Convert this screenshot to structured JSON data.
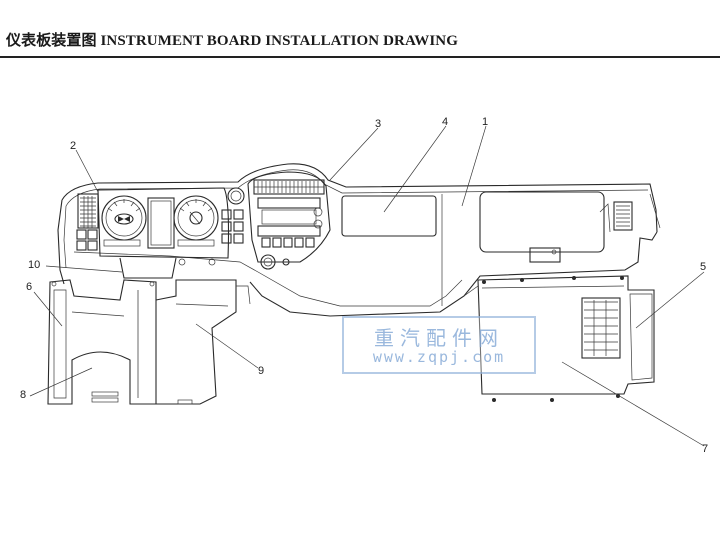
{
  "header": {
    "title": "仪表板装置图 INSTRUMENT BOARD INSTALLATION DRAWING"
  },
  "callouts": [
    "1",
    "2",
    "3",
    "4",
    "5",
    "6",
    "7",
    "8",
    "9",
    "10"
  ],
  "watermark": {
    "chinese": "重汽配件网",
    "url": "www.zqpj.com"
  }
}
